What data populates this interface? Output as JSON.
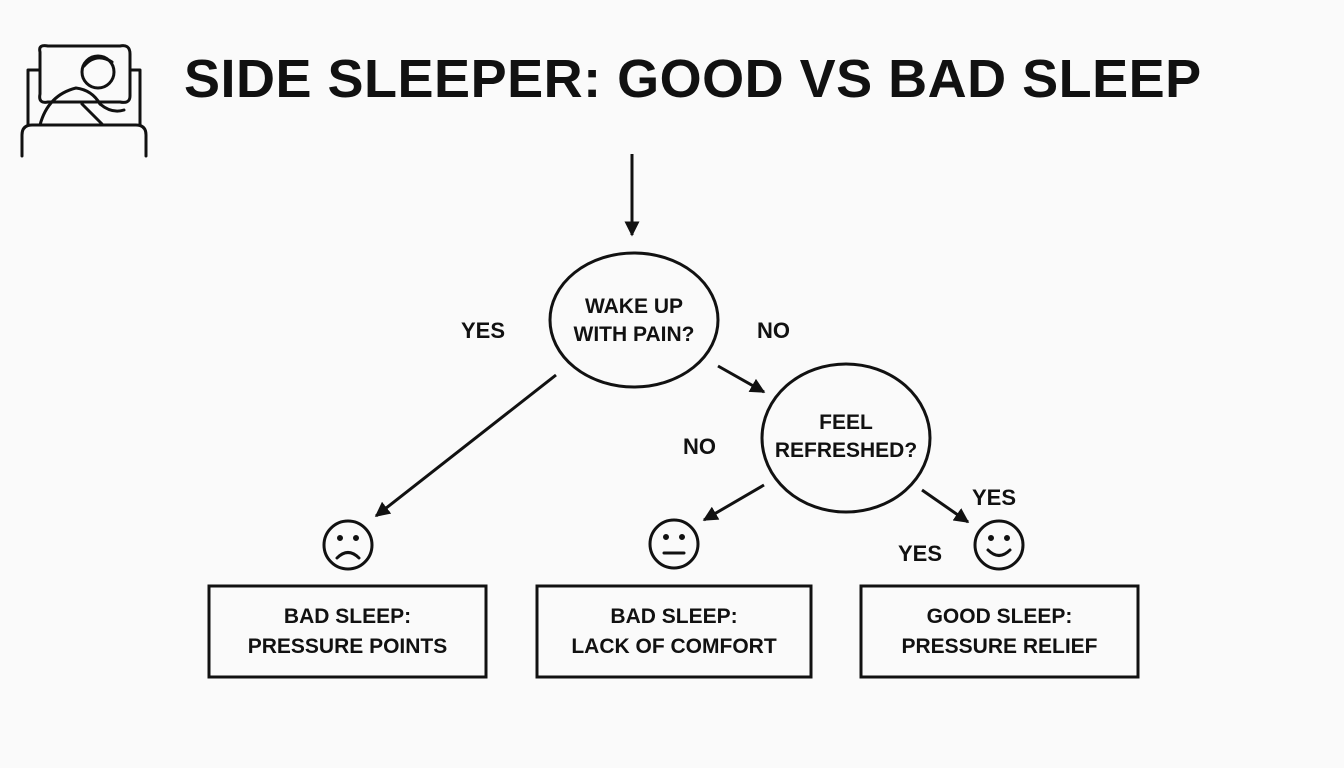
{
  "title": "SIDE SLEEPER: GOOD VS BAD SLEEP",
  "icons": {
    "header": "person-sleeping-in-bed-icon",
    "sad": "sad-face-icon",
    "neutral": "neutral-face-icon",
    "happy": "happy-face-icon"
  },
  "decisions": {
    "wake_up_pain": {
      "line1": "WAKE UP",
      "line2": "WITH PAIN?"
    },
    "feel_refreshed": {
      "line1": "FEEL",
      "line2": "REFRESHED?"
    }
  },
  "edge_labels": {
    "pain_yes": "YES",
    "pain_no": "NO",
    "refreshed_no": "NO",
    "refreshed_yes_upper": "YES",
    "refreshed_yes_lower": "YES"
  },
  "outcomes": [
    {
      "line1": "BAD SLEEP:",
      "line2": "PRESSURE POINTS"
    },
    {
      "line1": "BAD SLEEP:",
      "line2": "LACK OF COMFORT"
    },
    {
      "line1": "GOOD SLEEP:",
      "line2": "PRESSURE RELIEF"
    }
  ]
}
